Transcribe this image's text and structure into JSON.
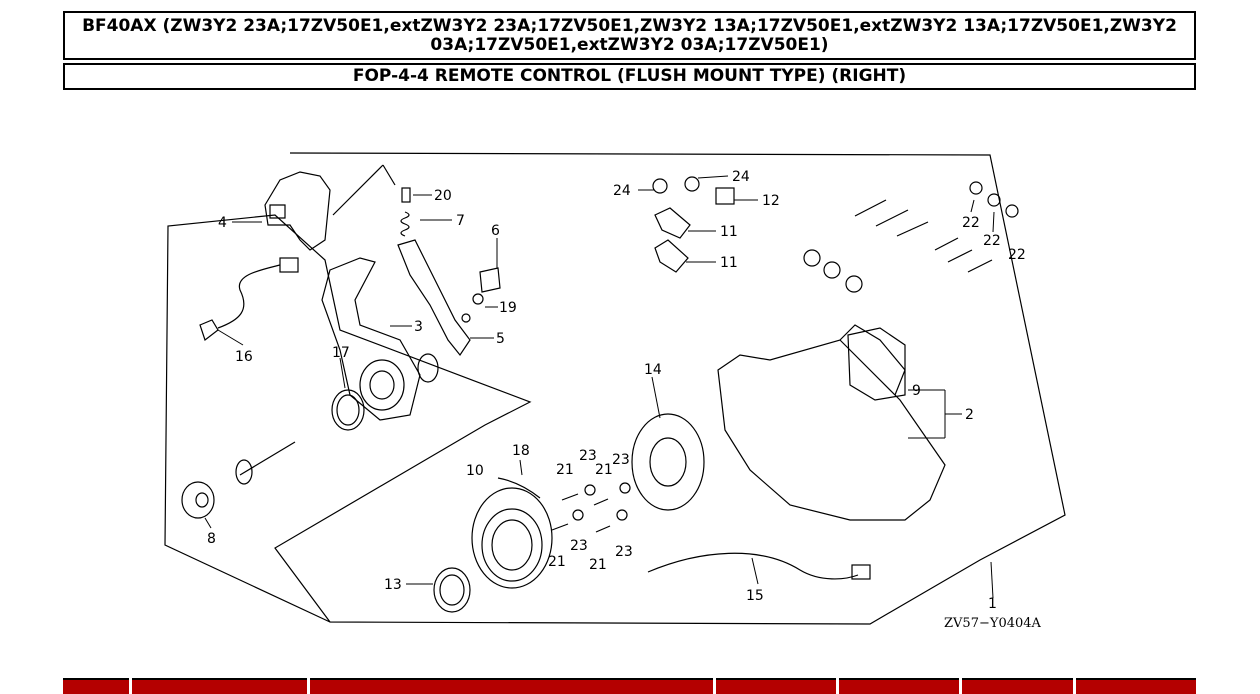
{
  "header": {
    "model_line": "BF40AX (ZW3Y2 23A;17ZV50E1,extZW3Y2 23A;17ZV50E1,ZW3Y2 13A;17ZV50E1,extZW3Y2 13A;17ZV50E1,ZW3Y2 03A;17ZV50E1,extZW3Y2 03A;17ZV50E1)",
    "section_title": "FOP-4-4 REMOTE CONTROL (FLUSH MOUNT TYPE) (RIGHT)"
  },
  "diagram": {
    "reference_code": "ZV57−Y0404A",
    "callouts": {
      "c1": "1",
      "c2": "2",
      "c3": "3",
      "c4": "4",
      "c5": "5",
      "c6": "6",
      "c7": "7",
      "c8": "8",
      "c9": "9",
      "c10": "10",
      "c11a": "11",
      "c11b": "11",
      "c12": "12",
      "c13": "13",
      "c14": "14",
      "c15": "15",
      "c16": "16",
      "c17": "17",
      "c18": "18",
      "c19": "19",
      "c20": "20",
      "c21a": "21",
      "c21b": "21",
      "c21c": "21",
      "c21d": "21",
      "c22a": "22",
      "c22b": "22",
      "c22c": "22",
      "c23a": "23",
      "c23b": "23",
      "c23c": "23",
      "c24a": "24",
      "c24b": "24"
    }
  },
  "colors": {
    "table_header": "#b40000",
    "line": "#000000"
  }
}
